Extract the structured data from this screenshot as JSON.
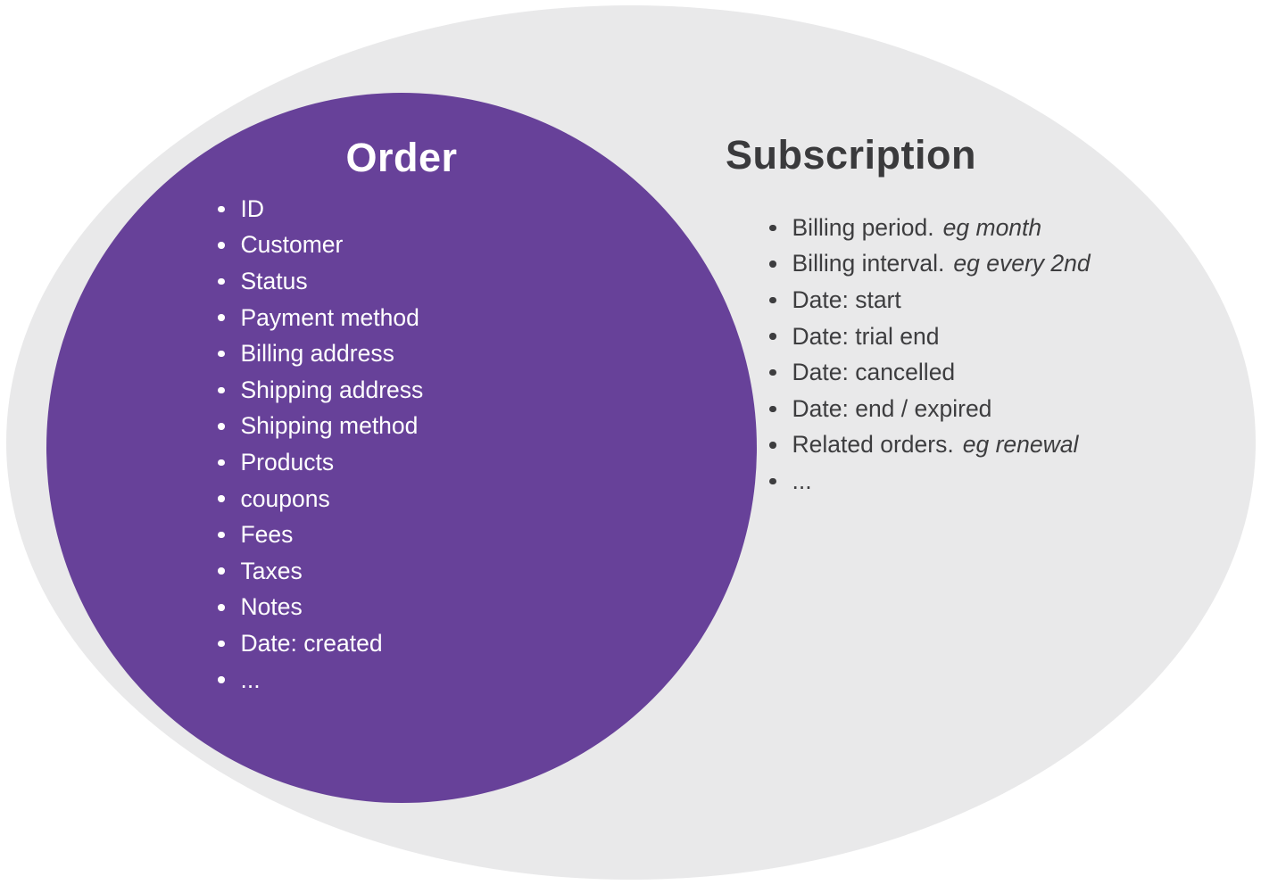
{
  "colors": {
    "background": "#ffffff",
    "subscription_ellipse": "#e9e9ea",
    "order_circle": "#674199",
    "order_text": "#ffffff",
    "subscription_text": "#3d3d3f"
  },
  "order": {
    "title": "Order",
    "items": [
      "ID",
      "Customer",
      "Status",
      "Payment method",
      "Billing address",
      "Shipping address",
      "Shipping method",
      "Products",
      "coupons",
      "Fees",
      "Taxes",
      "Notes",
      "Date: created",
      "..."
    ]
  },
  "subscription": {
    "title": "Subscription",
    "items": [
      {
        "label": "Billing period.",
        "example": "eg month"
      },
      {
        "label": "Billing interval.",
        "example": "eg every 2nd"
      },
      {
        "label": "Date: start",
        "example": ""
      },
      {
        "label": "Date: trial end",
        "example": ""
      },
      {
        "label": "Date: cancelled",
        "example": ""
      },
      {
        "label": "Date: end / expired",
        "example": ""
      },
      {
        "label": "Related orders.",
        "example": "eg renewal"
      },
      {
        "label": "...",
        "example": ""
      }
    ]
  }
}
